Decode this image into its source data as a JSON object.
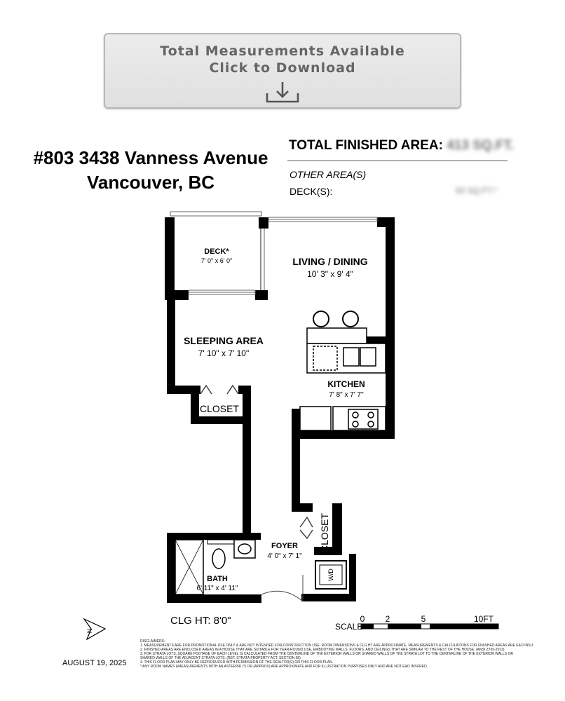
{
  "download_button": {
    "line1": "Total Measurements Available",
    "line2": "Click to Download",
    "icon": "download-icon"
  },
  "address": {
    "line1": "#803 3438 Vanness Avenue",
    "line2": "Vancouver, BC"
  },
  "area": {
    "total_label": "TOTAL FINISHED AREA:",
    "total_value": "413 SQ.FT.",
    "other_label": "OTHER AREA(S)",
    "deck_label": "DECK(S):",
    "deck_value": "50 SQ.FT.*"
  },
  "rooms": {
    "deck": {
      "name": "DECK*",
      "dims": "7' 0\" x 6' 0\""
    },
    "living": {
      "name": "LIVING / DINING",
      "dims": "10' 3\" x 9' 4\""
    },
    "sleeping": {
      "name": "SLEEPING AREA",
      "dims": "7' 10\" x 7' 10\""
    },
    "kitchen": {
      "name": "KITCHEN",
      "dims": "7' 8\" x 7' 7\""
    },
    "closet1": {
      "name": "CLOSET"
    },
    "closet2": {
      "name": "CLOSET"
    },
    "foyer": {
      "name": "FOYER",
      "dims": "4' 0\" x 7' 1\""
    },
    "bath": {
      "name": "BATH",
      "dims": "6' 11\" x 4' 11\""
    },
    "wd": {
      "name": "W/D"
    }
  },
  "ceiling": "CLG HT: 8'0\"",
  "north": "N",
  "scale": {
    "label": "SCALE",
    "ticks": [
      "0",
      "2",
      "5",
      "10FT"
    ]
  },
  "date": "AUGUST 19, 2025",
  "disclaimers": [
    "DISCLAIMERS:",
    "1. MEASUREMENTS ARE FOR PROMOTIONAL USE ONLY & ARE NOT INTENDED FOR CONSTRUCTION USE. ROOM DIMENSIONS & CLG HT ARE APPROXIMATE. MEASUREMENTS & CALCULATIONS FOR FINISHED AREAS ARE E&O INSURED.",
    "2. FINISHED AREAS ARE ENCLOSED AREAS IN A HOUSE THAT ARE SUITABLE FOR YEAR-ROUND USE, EMBODYING WALLS, FLOORS, AND CEILINGS THAT ARE SIMILAR TO THE REST OF THE HOUSE. (ANSI Z765-2013)",
    "3. FOR STRATA LOTS, SQUARE FOOTAGE OF EACH LEVEL IS CALCULATED FROM THE CENTERLINE OF THE EXTERIOR WALLS OR SHARED WALLS OF THE STRATA LOT TO THE CENTERLINE OF THE EXTERIOR WALLS OR",
    "SHARED WALLS OF THE ADJACENT STRATA LOTS. (REF. STRATA PROPERTY ACT, SECTION 68)",
    "4. THIS FLOOR PLAN MAY ONLY BE REPRODUCED WITH PERMISSION OF THE REALTOR(S) ON THIS FLOOR PLAN.",
    "* ANY ROOM NAMES &MEASUREMENTS WITH AN ASTERISK (*) OR (APPROX) ARE APPROXIMATE AND FOR ILLUSTRATION PURPOSES ONLY AND ARE NOT E&O INSURED."
  ]
}
